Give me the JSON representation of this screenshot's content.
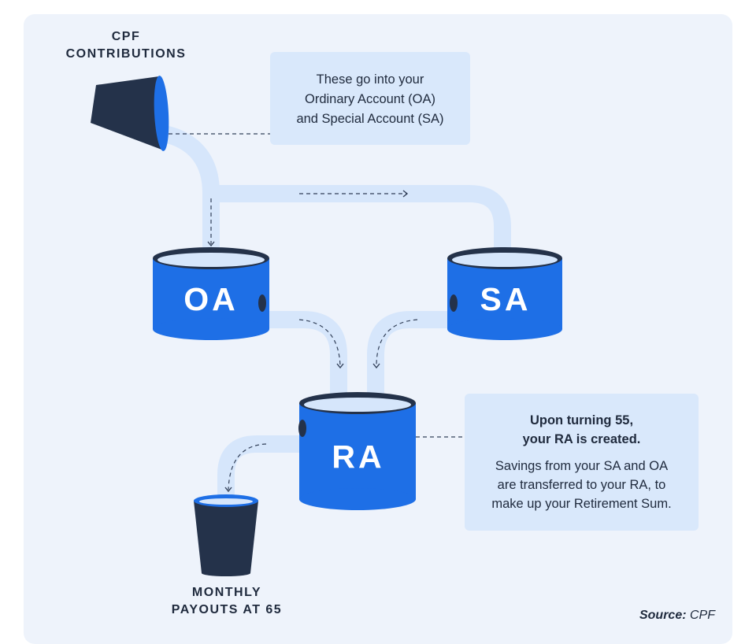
{
  "top_label": {
    "line1": "CPF",
    "line2": "CONTRIBUTIONS"
  },
  "bottom_label": {
    "line1": "MONTHLY",
    "line2": "PAYOUTS AT 65"
  },
  "callout_top": {
    "line1": "These go into your",
    "line2": "Ordinary Account (OA)",
    "line3": "and Special Account (SA)"
  },
  "callout_right": {
    "heading_line1": "Upon turning 55,",
    "heading_line2": "your RA is created.",
    "body_line1": "Savings from your SA and OA",
    "body_line2": "are transferred to your RA, to",
    "body_line3": "make up your Retirement Sum."
  },
  "accounts": {
    "oa": "OA",
    "sa": "SA",
    "ra": "RA"
  },
  "source": {
    "label": "Source:",
    "value": "CPF"
  },
  "colors": {
    "background": "#eef3fb",
    "account_blue": "#1e6fe6",
    "pipe": "#d6e6fb",
    "dark_cup": "#24324a",
    "callout": "#d9e8fb",
    "text": "#1f2a3d"
  }
}
